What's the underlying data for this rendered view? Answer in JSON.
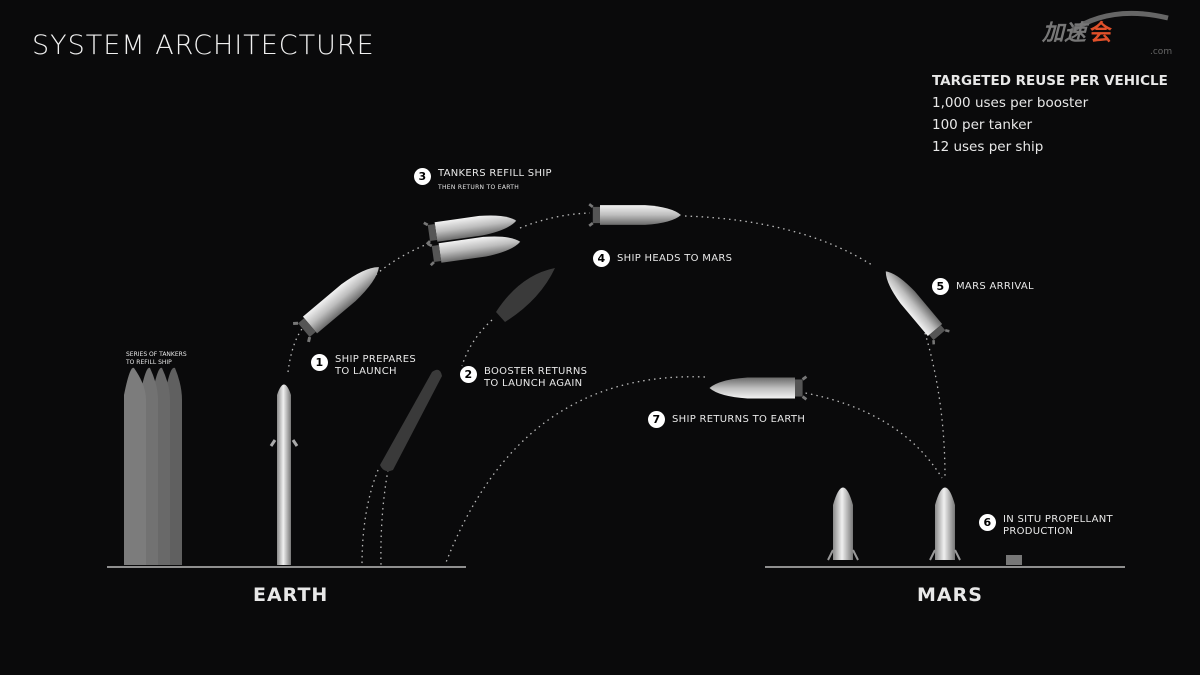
{
  "title": "SYSTEM ARCHITECTURE",
  "reuse": {
    "heading": "TARGETED REUSE PER VEHICLE",
    "lines": [
      "1,000 uses per booster",
      "100 per tanker",
      "12 uses per ship"
    ]
  },
  "tanker_note": {
    "line1": "SERIES OF TANKERS",
    "line2": "TO REFILL SHIP"
  },
  "steps": [
    {
      "n": "1",
      "text": "SHIP PREPARES",
      "text2": "TO LAUNCH"
    },
    {
      "n": "2",
      "text": "BOOSTER RETURNS",
      "text2": "TO LAUNCH AGAIN"
    },
    {
      "n": "3",
      "text": "TANKERS REFILL SHIP",
      "sub": "THEN RETURN TO EARTH"
    },
    {
      "n": "4",
      "text": "SHIP HEADS TO MARS"
    },
    {
      "n": "5",
      "text": "MARS ARRIVAL"
    },
    {
      "n": "6",
      "text": "IN SITU PROPELLANT",
      "text2": "PRODUCTION"
    },
    {
      "n": "7",
      "text": "SHIP RETURNS TO EARTH"
    }
  ],
  "planets": {
    "earth": "EARTH",
    "mars": "MARS"
  },
  "logo": {
    "text": "加速会 .com"
  },
  "colors": {
    "background": "#0a0a0b",
    "vehicle": "#c8c8c8",
    "logo_accent": "#e0502a"
  }
}
